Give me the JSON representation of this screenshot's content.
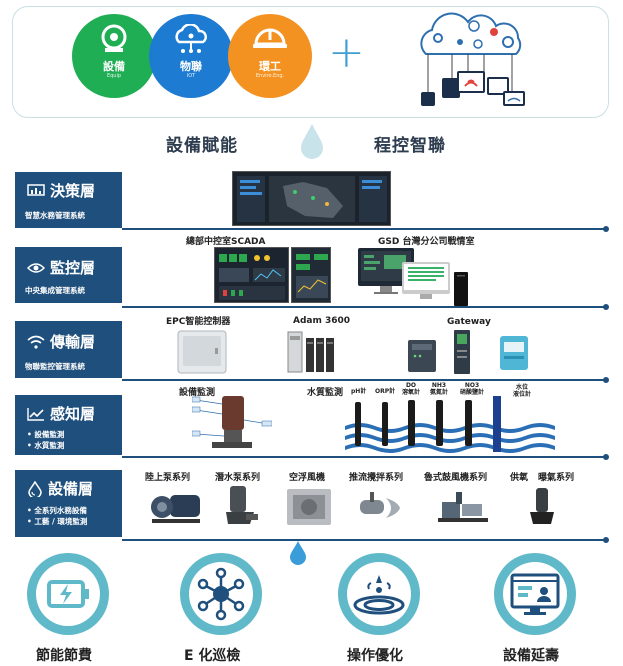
{
  "banner": {
    "circles": [
      {
        "zh": "設備",
        "en": "Equip",
        "color": "#1fae54"
      },
      {
        "zh": "物聯",
        "en": "IOT",
        "color": "#1d7bd1"
      },
      {
        "zh": "環工",
        "en": "Enviro.Eng.",
        "color": "#f39220"
      }
    ],
    "plus": "+"
  },
  "slogan": {
    "left": "設備賦能",
    "right": "程控智聯"
  },
  "layers": [
    {
      "title": "決策層",
      "subtitle": "智慧水務管理系統",
      "bullets": []
    },
    {
      "title": "監控層",
      "subtitle": "中央集成管理系統",
      "bullets": []
    },
    {
      "title": "傳輸層",
      "subtitle": "物聯監控管理系統",
      "bullets": []
    },
    {
      "title": "感知層",
      "subtitle": "",
      "bullets": [
        "設備監測",
        "水質監測"
      ]
    },
    {
      "title": "設備層",
      "subtitle": "",
      "bullets": [
        "全系列水務設備",
        "工藝 / 環境監測"
      ]
    }
  ],
  "monitor": {
    "scada": "總部中控室SCADA",
    "gsd": "GSD 台灣分公司戰情室"
  },
  "transport": {
    "epc": "EPC智能控制器",
    "adam": "Adam 3600",
    "gateway": "Gateway"
  },
  "sensing": {
    "device": "設備監測",
    "water": "水質監測",
    "ph": "pH計",
    "orp": "ORP計",
    "do": [
      "DO",
      "溶氧計"
    ],
    "nh3": [
      "NH3",
      "氨氮計"
    ],
    "no3": [
      "NO3",
      "硝酸鹽計"
    ],
    "level": [
      "水位",
      "液位計"
    ]
  },
  "equipment": [
    "陸上泵系列",
    "潛水泵系列",
    "空浮風機",
    "推流攪拌系列",
    "魯式鼓風機系列",
    "供氧",
    "曝氣系列"
  ],
  "benefits": [
    "節能節費",
    "E 化巡檢",
    "操作優化",
    "設備延壽"
  ],
  "colors": {
    "navy": "#1f4f7c",
    "teal": "#60b9c9",
    "accent": "#3f9fd2"
  }
}
